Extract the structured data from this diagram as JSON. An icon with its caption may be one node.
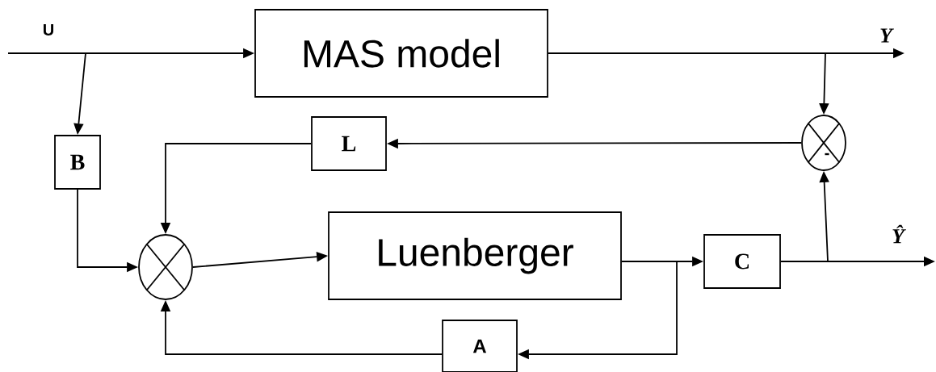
{
  "diagram": {
    "nodes": [
      {
        "text": [
          "MAS model"
        ]
      },
      {
        "text": [
          "B"
        ]
      },
      {
        "text": [
          "L"
        ]
      },
      {
        "text": [],
        "shape": "circle"
      },
      {
        "text": [
          "Luenberger"
        ]
      },
      {
        "text": [
          "C"
        ]
      },
      {
        "text": [
          "A"
        ]
      },
      {
        "text": [
          "-"
        ]
      }
    ],
    "edges": [
      {
        "from": null,
        "to": 0,
        "arrow": "to",
        "label": "U"
      },
      {
        "from": null,
        "to": 1,
        "arrow": "to"
      },
      {
        "from": 0,
        "to": null,
        "arrow": "to",
        "label": "Y"
      },
      {
        "from": 0,
        "to": 7,
        "arrow": "to"
      },
      {
        "from": 7,
        "to": 2,
        "arrow": "to"
      },
      {
        "from": 2,
        "to": 3,
        "arrow": "to"
      },
      {
        "from": 1,
        "to": 3,
        "arrow": "to"
      },
      {
        "from": 3,
        "to": 4,
        "arrow": "to"
      },
      {
        "from": 4,
        "to": 5,
        "arrow": "to"
      },
      {
        "from": 4,
        "to": 6,
        "arrow": "to"
      },
      {
        "from": 6,
        "to": 3,
        "arrow": "to"
      },
      {
        "from": 5,
        "to": null,
        "arrow": "to",
        "label": "Ŷ"
      },
      {
        "from": 5,
        "to": 7,
        "arrow": "to"
      }
    ]
  }
}
